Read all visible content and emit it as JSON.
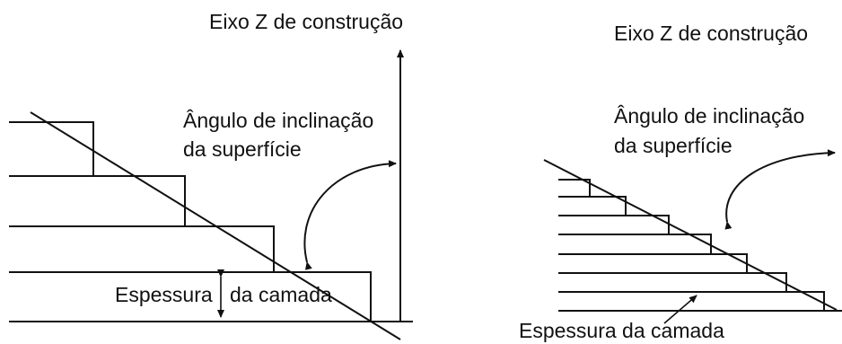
{
  "left": {
    "axis_label": "Eixo Z de construção",
    "angle_label_line1": "Ângulo de inclinação",
    "angle_label_line2": "da superfície",
    "thickness_label_a": "Espessura",
    "thickness_label_b": "da camada"
  },
  "right": {
    "axis_label": "Eixo Z de construção",
    "angle_label_line1": "Ângulo de inclinação",
    "angle_label_line2": "da superfície",
    "thickness_label": "Espessura da camada"
  },
  "colors": {
    "ink": "#111111",
    "background": "#ffffff"
  }
}
